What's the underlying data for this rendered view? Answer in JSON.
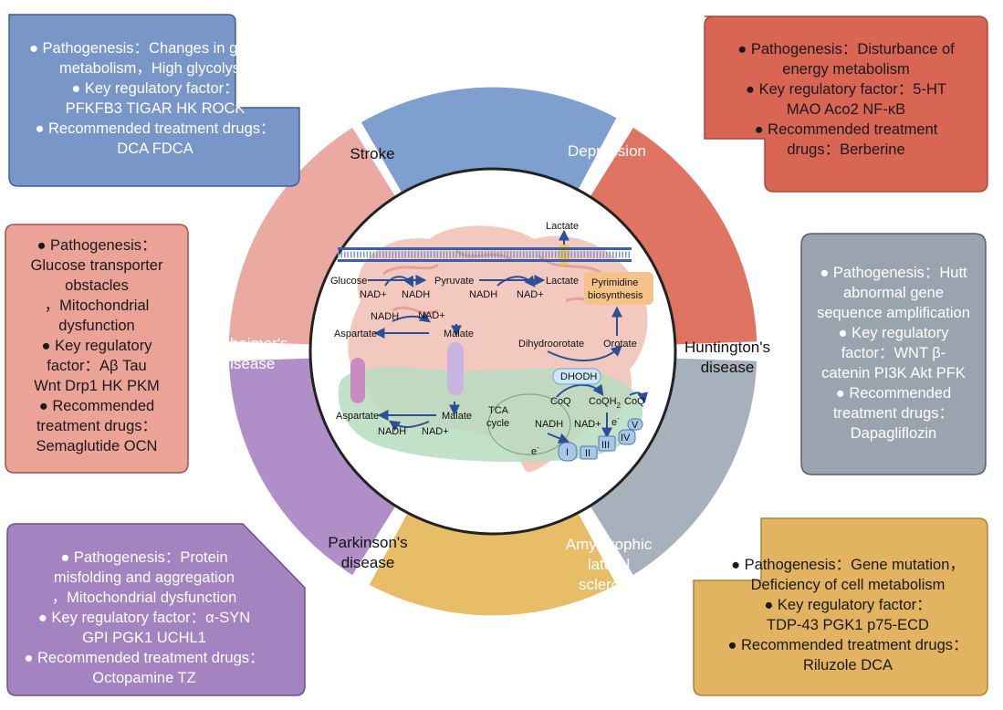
{
  "colors": {
    "stroke": "#7f9fcf",
    "depression": "#e07462",
    "huntington": "#a7b1bc",
    "als": "#e8bd68",
    "parkinson": "#b08fc8",
    "alzheimer": "#ebaaa1"
  },
  "segments": {
    "stroke": [
      "Stroke"
    ],
    "depression": [
      "Depression"
    ],
    "huntington": [
      "Huntington's",
      "disease"
    ],
    "als": [
      "Amyotrophic",
      "lateral",
      "sclerosis"
    ],
    "parkinson": [
      "Parkinson's",
      "disease"
    ],
    "alzheimer": [
      "Alzheimer's",
      "disease"
    ]
  },
  "boxes": {
    "stroke": [
      "● Pathogenesis：Changes in glucose",
      "metabolism，High glycolysis",
      "● Key regulatory factor：",
      "PFKFB3 TIGAR HK ROCK",
      "● Recommended treatment drugs：",
      "DCA FDCA"
    ],
    "depression": [
      "● Pathogenesis：Disturbance of",
      "energy metabolism",
      "● Key regulatory factor：5-HT",
      "MAO Aco2 NF-κB",
      "● Recommended treatment",
      "drugs：Berberine"
    ],
    "huntington": [
      "● Pathogenesis：Hutt",
      "abnormal gene",
      "sequence amplification",
      "● Key regulatory",
      "factor：WNT β-",
      "catenin PI3K Akt PFK",
      "● Recommended",
      "treatment drugs：",
      "Dapagliflozin"
    ],
    "als": [
      "● Pathogenesis：Gene mutation，",
      "Deficiency of cell metabolism",
      "● Key regulatory factor：",
      "TDP-43 PGK1 p75-ECD",
      "● Recommended treatment drugs：",
      "Riluzole DCA"
    ],
    "parkinson": [
      "● Pathogenesis：Protein",
      "misfolding and aggregation",
      "，Mitochondrial dysfunction",
      "● Key regulatory factor：α-SYN",
      "GPI PGK1 UCHL1",
      "● Recommended treatment drugs：",
      "Octopamine TZ"
    ],
    "alzheimer": [
      "● Pathogenesis：",
      "Glucose transporter",
      "obstacles",
      "，Mitochondrial",
      "dysfunction",
      "● Key regulatory",
      "factor：Aβ Tau",
      "Wnt Drp1 HK PKM",
      "● Recommended",
      "treatment drugs：",
      "Semaglutide OCN"
    ]
  },
  "center": {
    "lactate_top": "Lactate",
    "glucose": "Glucose",
    "pyruvate": "Pyruvate",
    "lactate": "Lactate",
    "pyrimidine": [
      "Pyrimidine",
      "biosynthesis"
    ],
    "nad1": "NAD+",
    "nadh1": "NADH",
    "nadh2": "NADH",
    "nad2": "NAD+",
    "nadh3": "NADH",
    "nad3": "NAD+",
    "aspartate_top": "Aspartate",
    "malate_top": "Malate",
    "dihydroorotate": "Dihydroorotate",
    "orotate": "Orotate",
    "dhodh": "DHODH",
    "coq": "CoQ",
    "coqh2": "CoQH",
    "coqh2_sub": "2",
    "coq2": "CoQ",
    "tca": [
      "TCA",
      "cycle"
    ],
    "aspartate_bot": "Aspartate",
    "malate_bot": "Malate",
    "nadh4": "NADH",
    "nad4": "NAD+",
    "nadh5": "NADH",
    "nad5": "NAD+",
    "e1": "e",
    "e2": "e",
    "complexes": [
      "I",
      "II",
      "III",
      "IV",
      "V"
    ]
  }
}
